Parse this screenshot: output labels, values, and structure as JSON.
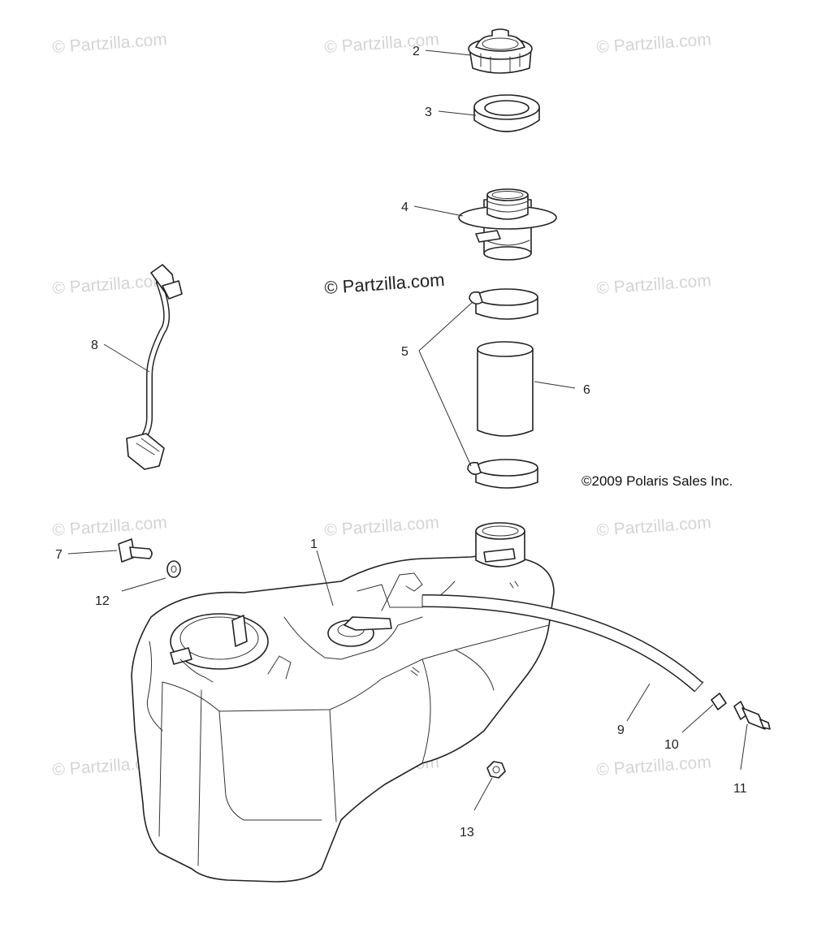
{
  "watermarks": [
    "© Partzilla.com",
    "© Partzilla.com",
    "© Partzilla.com",
    "© Partzilla.com",
    "© Partzilla.com",
    "© Partzilla.com",
    "© Partzilla.com",
    "© Partzilla.com",
    "© Partzilla.com"
  ],
  "center_watermark": "© Partzilla.com",
  "copyright": "©2009 Polaris Sales Inc.",
  "callouts": {
    "c1": "1",
    "c2": "2",
    "c3": "3",
    "c4": "4",
    "c5": "5",
    "c6": "6",
    "c7": "7",
    "c8": "8",
    "c9": "9",
    "c10": "10",
    "c11": "11",
    "c12": "12",
    "c13": "13"
  }
}
